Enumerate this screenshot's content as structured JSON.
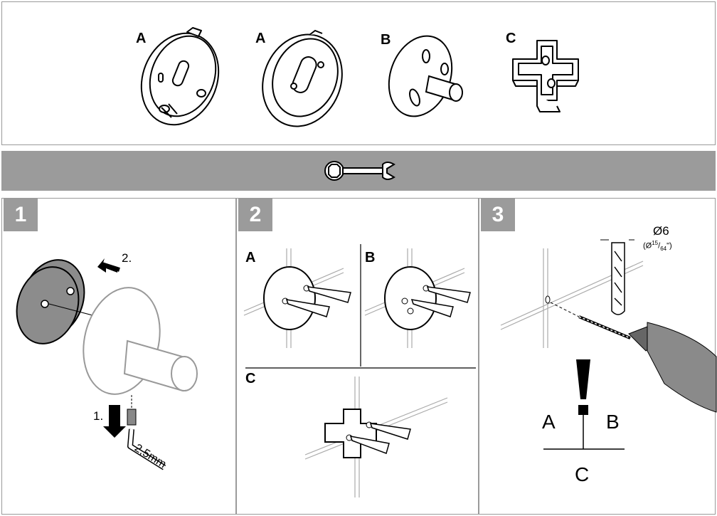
{
  "parts": {
    "labels": [
      "A",
      "A",
      "B",
      "C"
    ]
  },
  "tool_icon": "wrench-icon",
  "steps": [
    {
      "number": "1",
      "annotations": {
        "push": "2.",
        "down": "1.",
        "hex_size": "2,5mm"
      }
    },
    {
      "number": "2",
      "subpanels": [
        "A",
        "B",
        "C"
      ]
    },
    {
      "number": "3",
      "drill_diameter": "Ø6",
      "drill_imperial_prefix": "(Ø",
      "drill_imperial_num": "15",
      "drill_imperial_den": "64",
      "drill_imperial_suffix": "\")",
      "warning": "!",
      "levels": {
        "left": "A",
        "right": "B",
        "bottom": "C"
      }
    }
  ],
  "colors": {
    "panel_border": "#9a9a9a",
    "step_badge": "#9b9b9b",
    "toolbar": "#9b9b9b",
    "plate_dark": "#8c8c8c"
  }
}
